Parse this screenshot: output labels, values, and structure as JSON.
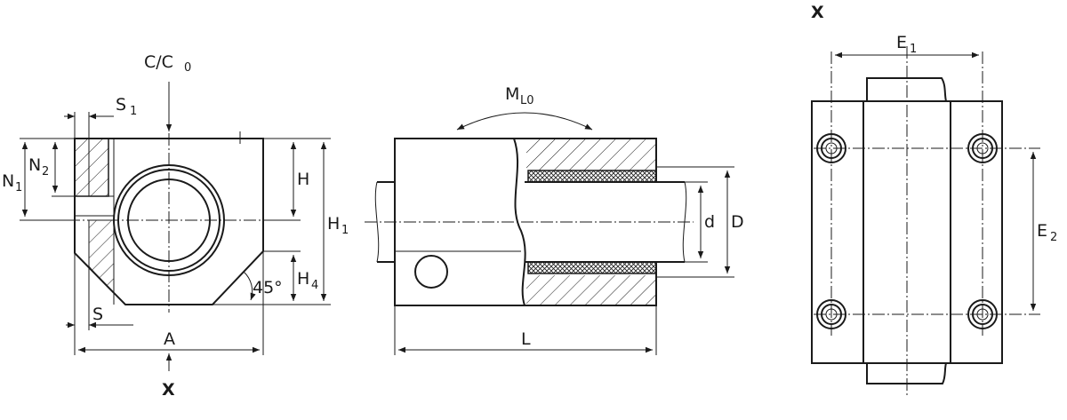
{
  "front_view": {
    "load_label": "C/C",
    "load_sub": "0",
    "s1": "S",
    "s1_sub": "1",
    "n1": "N",
    "n1_sub": "1",
    "n2": "N",
    "n2_sub": "2",
    "h": "H",
    "h1": "H",
    "h1_sub": "1",
    "h4": "H",
    "h4_sub": "4",
    "angle": "45°",
    "s": "S",
    "a": "A",
    "x": "X"
  },
  "side_view": {
    "moment": "M",
    "moment_sub": "L0",
    "d": "d",
    "D": "D",
    "L": "L"
  },
  "top_view": {
    "x": "X",
    "e1": "E",
    "e1_sub": "1",
    "e2": "E",
    "e2_sub": "2"
  },
  "colors": {
    "line": "#1a1a1a",
    "background": "#ffffff"
  }
}
